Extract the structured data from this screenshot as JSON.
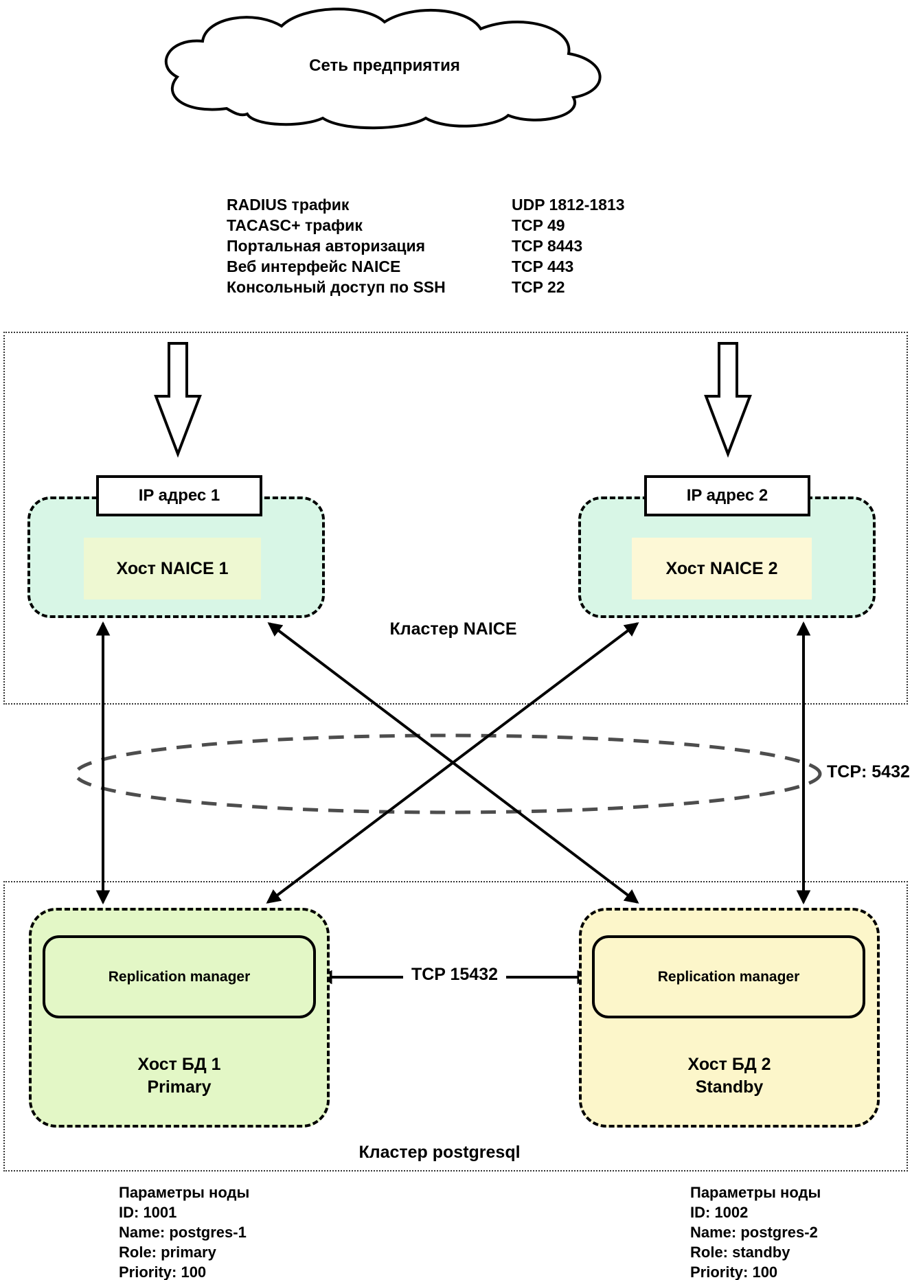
{
  "cloud": {
    "label": "Сеть предприятия"
  },
  "legend": {
    "rows": [
      {
        "label": "RADIUS трафик",
        "value": "UDP 1812-1813"
      },
      {
        "label": "TACASC+ трафик",
        "value": "TCP 49"
      },
      {
        "label": "Портальная авторизация",
        "value": "TCP 8443"
      },
      {
        "label": "Веб интерфейс NAICE",
        "value": "TCP 443"
      },
      {
        "label": "Консольный доступ по SSH",
        "value": "TCP 22"
      }
    ]
  },
  "naice": {
    "label": "Кластер NAICE",
    "hosts": [
      {
        "ip": "IP адрес 1",
        "name": "Хост NAICE 1"
      },
      {
        "ip": "IP адрес 2",
        "name": "Хост NAICE 2"
      }
    ]
  },
  "links": {
    "postgres_port": "TCP: 5432",
    "replication_port": "TCP 15432"
  },
  "pg": {
    "label": "Кластер postgresql",
    "hosts": [
      {
        "rm": "Replication manager",
        "title": "Хост БД 1",
        "role": "Primary"
      },
      {
        "rm": "Replication manager",
        "title": "Хост БД 2",
        "role": "Standby"
      }
    ]
  },
  "params": [
    {
      "title": "Параметры ноды",
      "lines": [
        "ID: 1001",
        "Name: postgres-1",
        "Role: primary",
        "Priority: 100"
      ]
    },
    {
      "title": "Параметры ноды",
      "lines": [
        "ID: 1002",
        "Name: postgres-2",
        "Role: standby",
        "Priority: 100"
      ]
    }
  ],
  "colors": {
    "mint": "#d8f6e6",
    "inner1": "#eef8d2",
    "inner2": "#fdf8d6",
    "db1": "#e3f7c6",
    "db2": "#fcf6ca",
    "ellipse": "#4d4d4d"
  }
}
